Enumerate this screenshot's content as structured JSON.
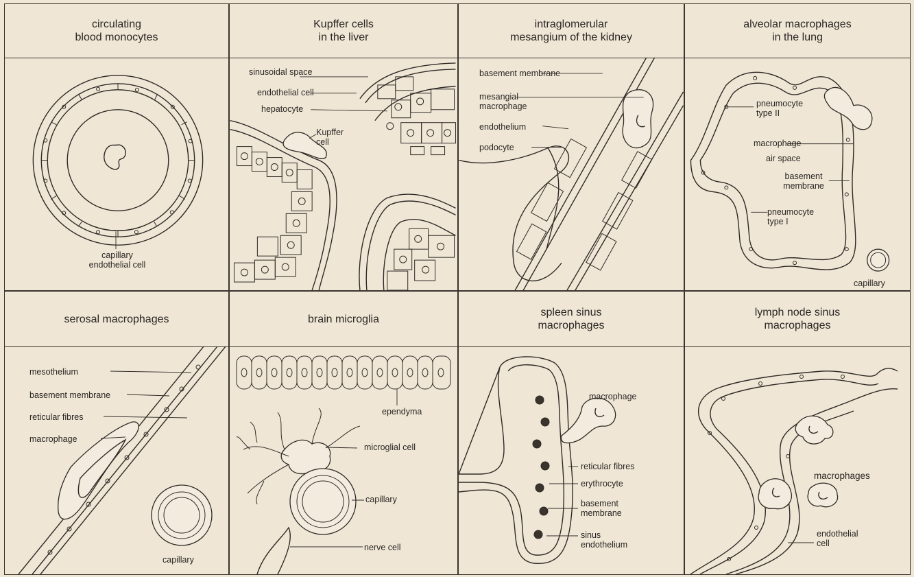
{
  "panels": [
    {
      "title": "circulating\nblood monocytes",
      "labels": [
        "capillary\nendothelial cell"
      ]
    },
    {
      "title": "Kupffer cells\nin the liver",
      "labels": [
        "sinusoidal space",
        "endothelial cell",
        "hepatocyte",
        "Kupffer\ncell"
      ]
    },
    {
      "title": "intraglomerular\nmesangium of the kidney",
      "labels": [
        "basement membrane",
        "mesangial\nmacrophage",
        "endothelium",
        "podocyte"
      ]
    },
    {
      "title": "alveolar macrophages\nin the lung",
      "labels": [
        "pneumocyte\ntype II",
        "macrophage",
        "air space",
        "basement\nmembrane",
        "pneumocyte\ntype I",
        "capillary"
      ]
    },
    {
      "title": "serosal macrophages",
      "labels": [
        "mesothelium",
        "basement membrane",
        "reticular fibres",
        "macrophage",
        "capillary"
      ]
    },
    {
      "title": "brain microglia",
      "labels": [
        "ependyma",
        "microglial cell",
        "capillary",
        "nerve cell"
      ]
    },
    {
      "title": "spleen sinus\nmacrophages",
      "labels": [
        "macrophage",
        "reticular fibres",
        "erythrocyte",
        "basement\nmembrane",
        "sinus\nendothelium"
      ]
    },
    {
      "title": "lymph node sinus\nmacrophages",
      "labels": [
        "macrophages",
        "endothelial\ncell"
      ]
    }
  ]
}
